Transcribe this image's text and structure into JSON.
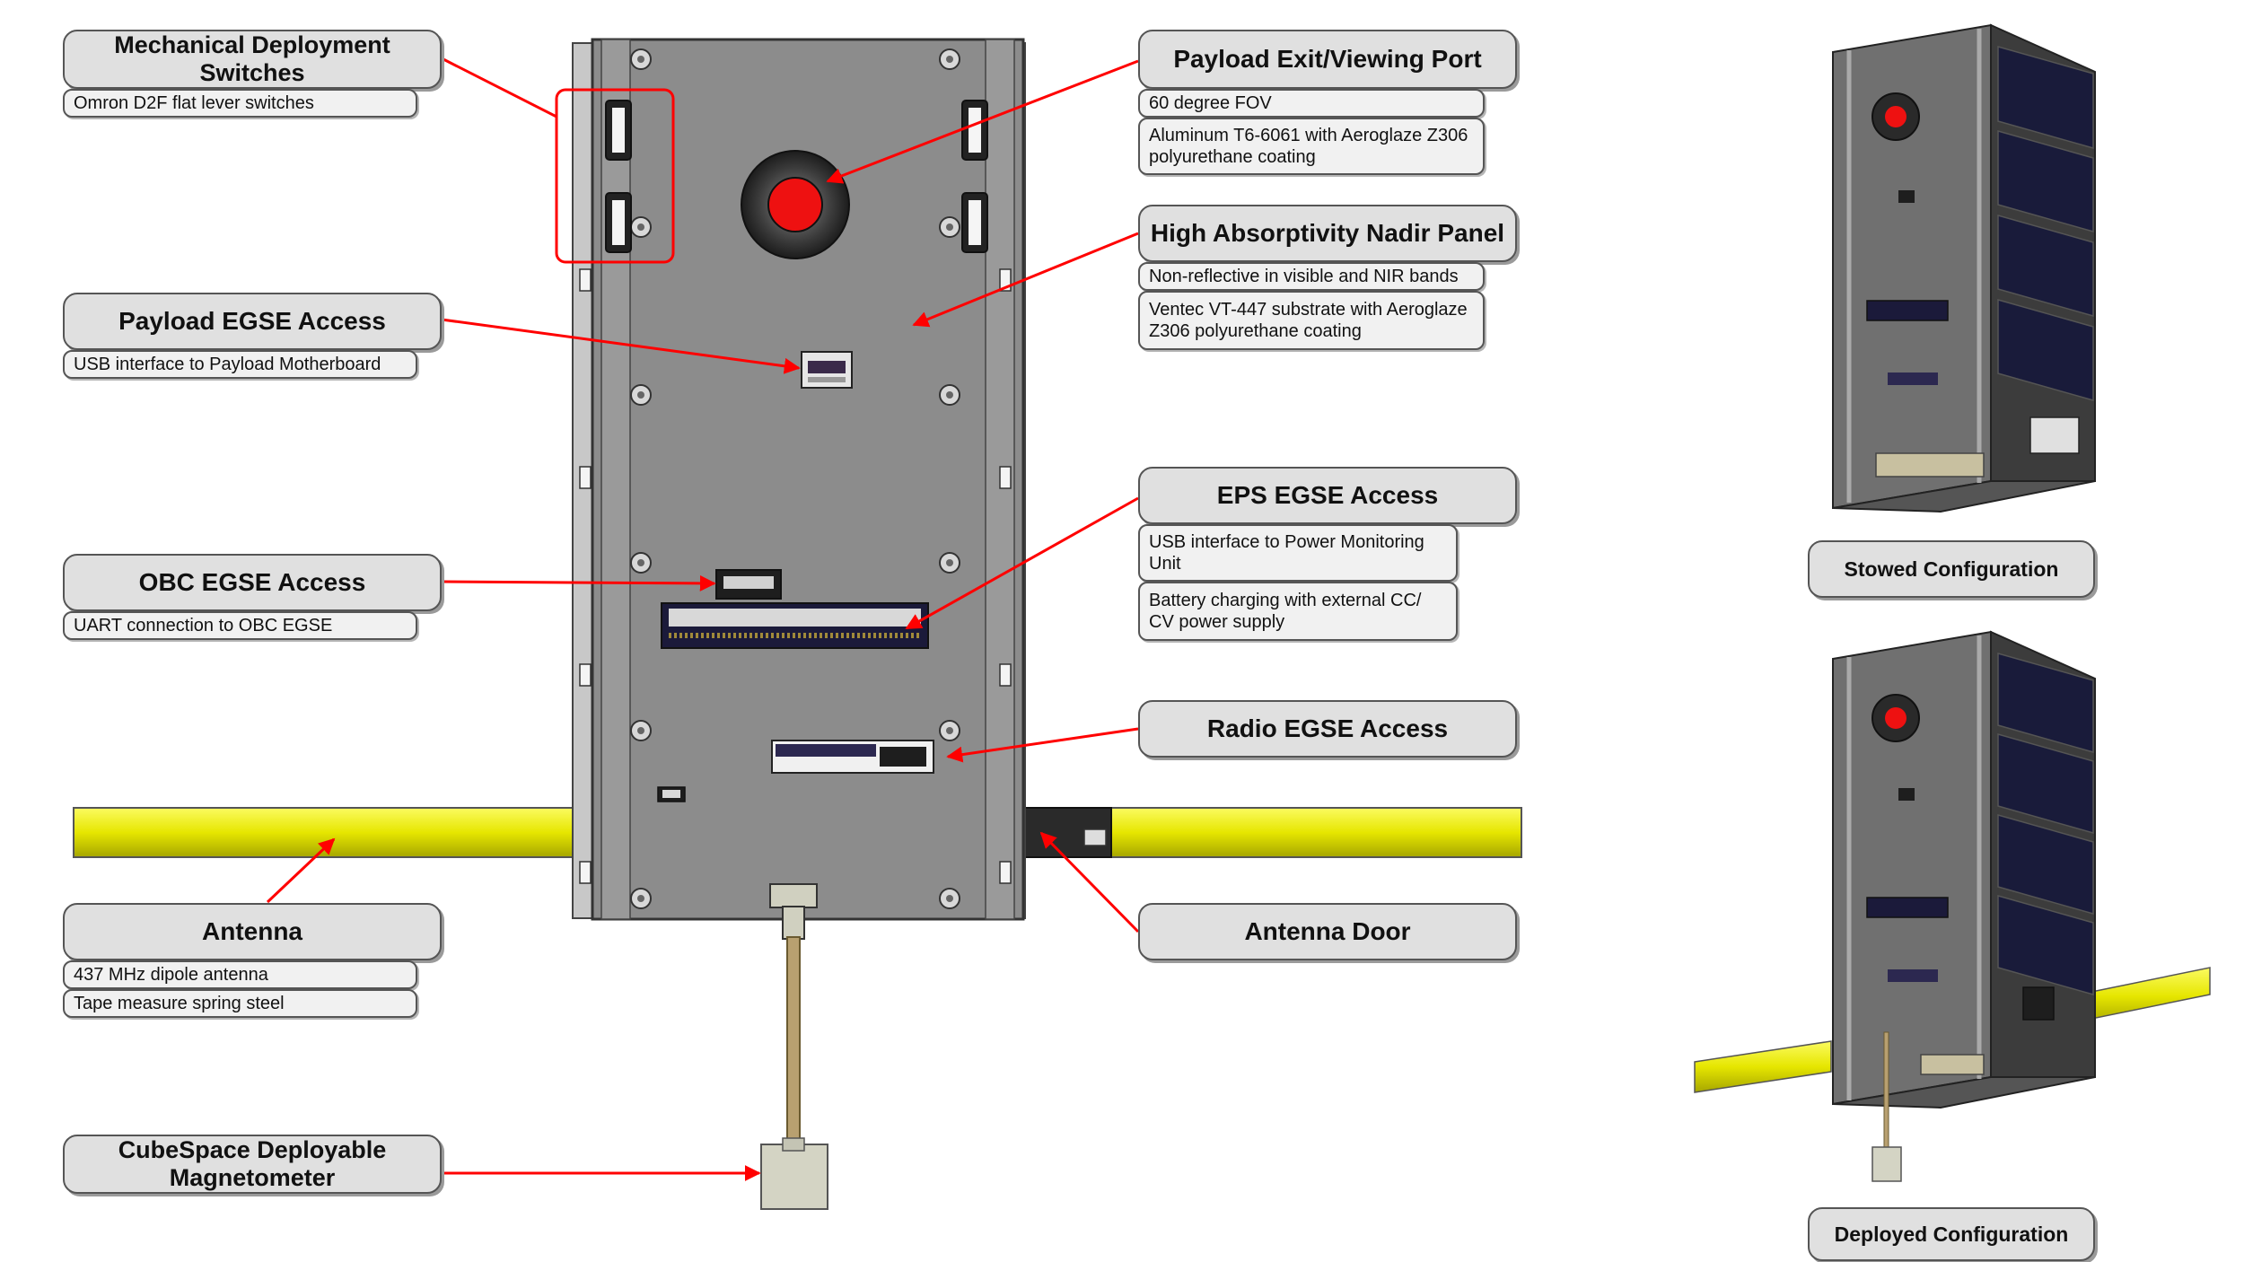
{
  "labels": {
    "mech_switches": {
      "title": "Mechanical Deployment Switches",
      "details": [
        "Omron D2F flat lever switches"
      ]
    },
    "payload_egse": {
      "title": "Payload EGSE Access",
      "details": [
        "USB interface to Payload Motherboard"
      ]
    },
    "obc_egse": {
      "title": "OBC EGSE Access",
      "details": [
        "UART connection to OBC EGSE"
      ]
    },
    "antenna": {
      "title": "Antenna",
      "details": [
        "437 MHz dipole antenna",
        "Tape measure spring steel"
      ]
    },
    "magnetometer": {
      "title": "CubeSpace Deployable Magnetometer",
      "details": []
    },
    "payload_port": {
      "title": "Payload Exit/Viewing Port",
      "details": [
        "60 degree FOV",
        "Aluminum T6-6061 with Aeroglaze Z306 polyurethane coating"
      ]
    },
    "nadir_panel": {
      "title": "High Absorptivity Nadir Panel",
      "details": [
        "Non-reflective in visible and NIR bands",
        "Ventec VT-447 substrate with Aeroglaze Z306 polyurethane coating"
      ]
    },
    "eps_egse": {
      "title": "EPS EGSE Access",
      "details": [
        "USB interface to Power Monitoring Unit",
        "Battery charging with external CC/ CV power supply"
      ]
    },
    "radio_egse": {
      "title": "Radio EGSE Access",
      "details": []
    },
    "antenna_door": {
      "title": "Antenna Door",
      "details": []
    }
  },
  "configurations": {
    "stowed": "Stowed Configuration",
    "deployed": "Deployed Configuration"
  },
  "colors": {
    "arrow": "#ff0000",
    "panel": "#8c8c8c",
    "frame": "#b8b8b8",
    "antenna": "#f2f200",
    "port_red": "#ee1111",
    "solar": "#1a1c3a",
    "callout_fill": "#e0e0e0"
  }
}
